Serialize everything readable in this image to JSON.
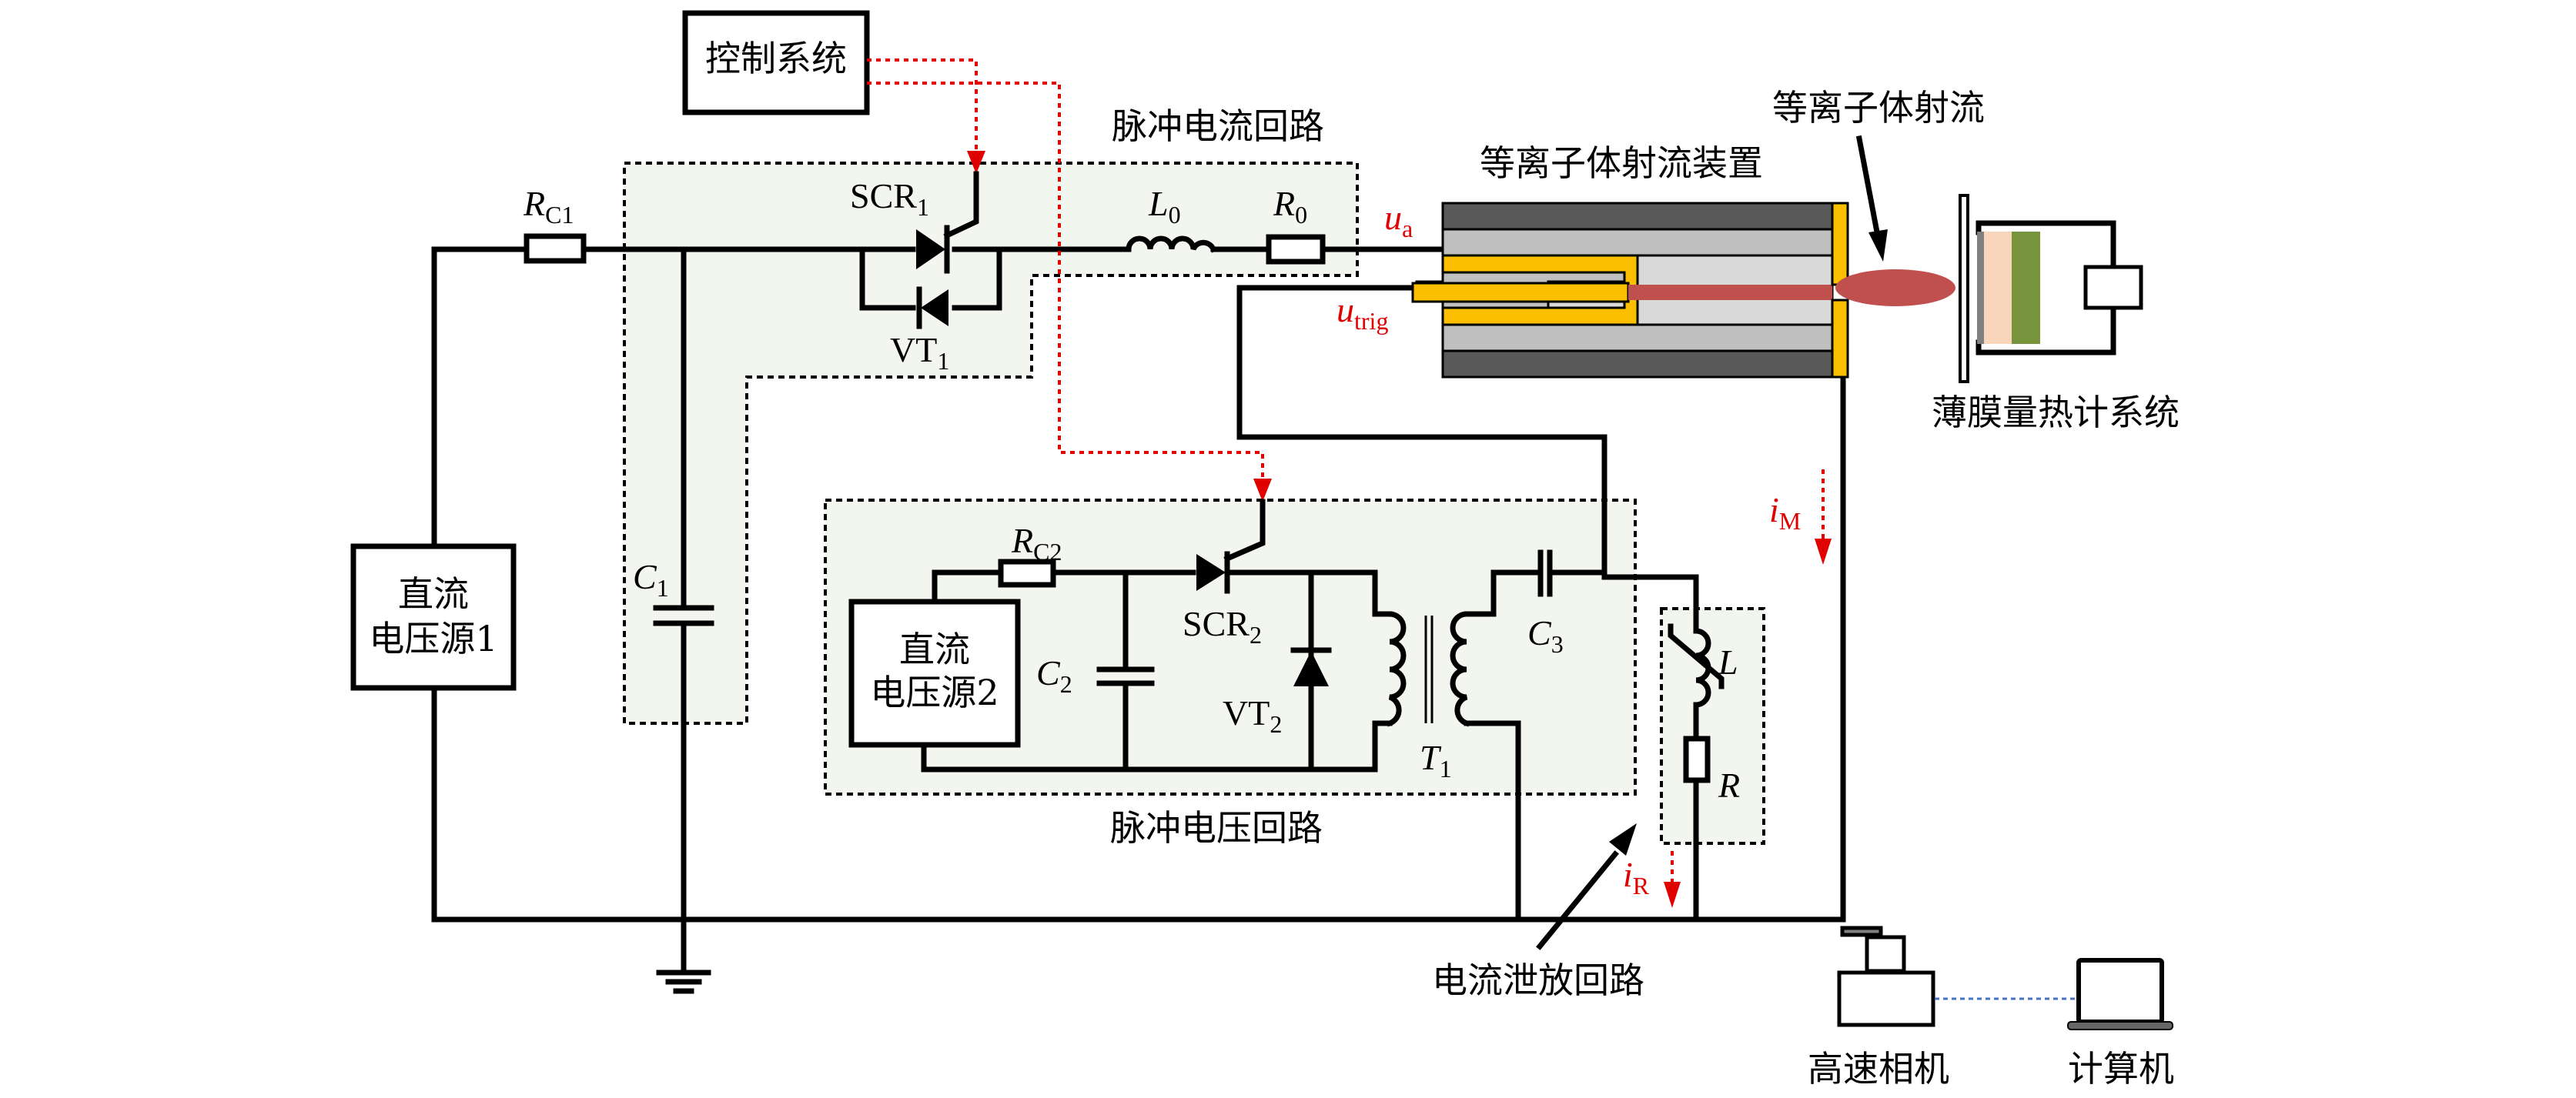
{
  "blocks": {
    "control_system": "控制系统",
    "dc_source_1_line1": "直流",
    "dc_source_1_line2": "电压源1",
    "dc_source_2_line1": "直流",
    "dc_source_2_line2": "电压源2",
    "pulse_current_loop": "脉冲电流回路",
    "pulse_voltage_loop": "脉冲电压回路",
    "plasma_jet_device": "等离子体射流装置",
    "plasma_jet": "等离子体射流",
    "thin_film_calorimeter": "薄膜量热计系统",
    "current_bleed_loop": "电流泄放回路",
    "high_speed_camera": "高速相机",
    "computer": "计算机"
  },
  "components": {
    "RC1": {
      "main": "R",
      "sub": "C1"
    },
    "RC2": {
      "main": "R",
      "sub": "C2"
    },
    "SCR1": {
      "main": "SCR",
      "sub": "1"
    },
    "SCR2": {
      "main": "SCR",
      "sub": "2"
    },
    "VT1": {
      "main": "VT",
      "sub": "1"
    },
    "VT2": {
      "main": "VT",
      "sub": "2"
    },
    "L0": {
      "main": "L",
      "sub": "0"
    },
    "R0": {
      "main": "R",
      "sub": "0"
    },
    "C1": {
      "main": "C",
      "sub": "1"
    },
    "C2": {
      "main": "C",
      "sub": "2"
    },
    "C3": {
      "main": "C",
      "sub": "3"
    },
    "T1": {
      "main": "T",
      "sub": "1"
    },
    "L": {
      "main": "L"
    },
    "R": {
      "main": "R"
    }
  },
  "signals": {
    "ua": {
      "main": "u",
      "sub": "a"
    },
    "utrig": {
      "main": "u",
      "sub": "trig"
    },
    "iM": {
      "main": "i",
      "sub": "M"
    },
    "iR": {
      "main": "i",
      "sub": "R"
    }
  },
  "colors": {
    "signal_red": "#e00000",
    "electrode_yellow": "#fcbf00",
    "plasma_red": "#c0504d",
    "insulator_dark": "#595959",
    "insulator_mid": "#bfbfbf",
    "insulator_light": "#d9d9d9",
    "region_fill": "#f3f6ef",
    "film_peach": "#f8d5bb",
    "film_green": "#77933c",
    "link_blue": "#4472c4"
  }
}
